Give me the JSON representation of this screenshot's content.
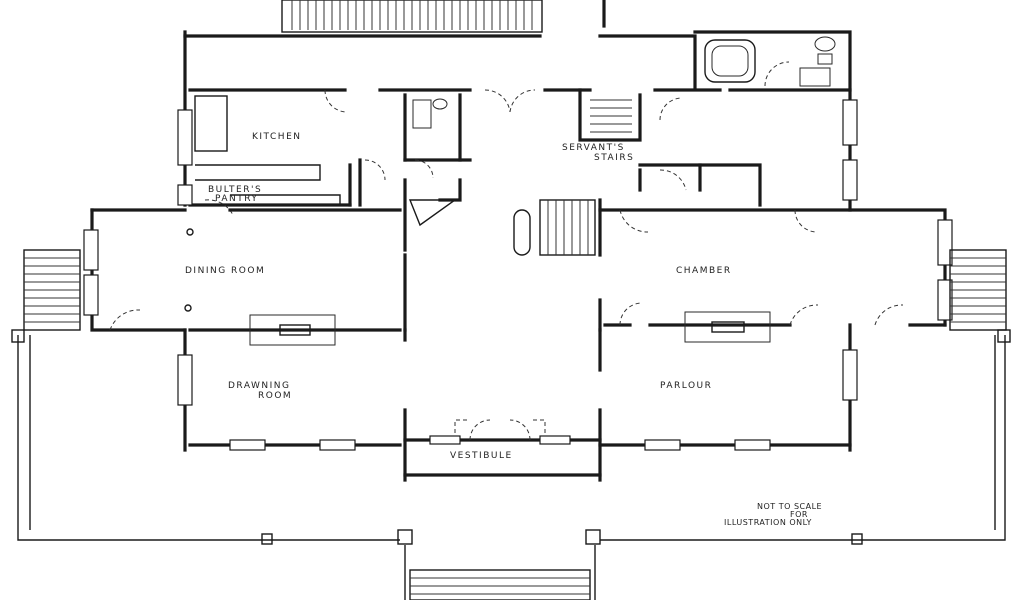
{
  "rooms": {
    "kitchen": "KITCHEN",
    "butlers_pantry_line1": "BULTER'S",
    "butlers_pantry_line2": "PANTRY",
    "servants_stairs_line1": "SERVANT'S",
    "servants_stairs_line2": "STAIRS",
    "dining_room": "DINING ROOM",
    "chamber": "CHAMBER",
    "drawing_room_line1": "DRAWNING",
    "drawing_room_line2": "ROOM",
    "parlour": "PARLOUR",
    "vestibule": "VESTIBULE"
  },
  "note": {
    "line1": "NOT TO SCALE",
    "line2": "FOR",
    "line3": "ILLUSTRATION ONLY"
  }
}
